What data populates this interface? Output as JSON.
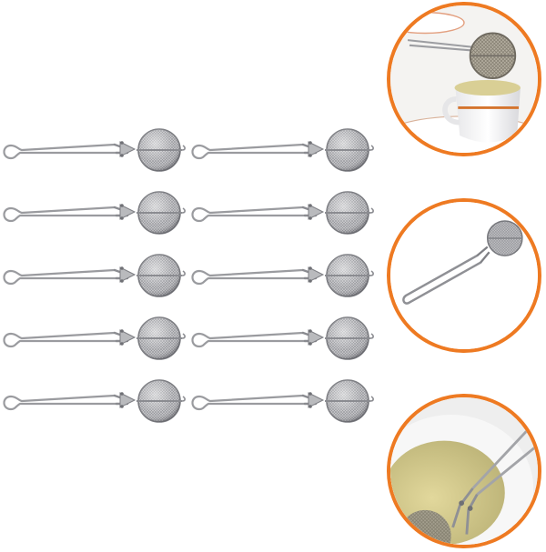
{
  "product": {
    "item_count": 10,
    "item_icon": "tea-infuser-icon",
    "columns": 2,
    "rows": 5
  },
  "detail_views": [
    {
      "icon": "infuser-over-cup-icon"
    },
    {
      "icon": "infuser-closeup-icon"
    },
    {
      "icon": "infuser-in-tea-icon"
    }
  ],
  "colors": {
    "circle_border": "#ee7a22",
    "metal": "#a8a8ac",
    "metal_dark": "#6f7075",
    "tea": "#d7cc8a",
    "background": "#ffffff"
  }
}
